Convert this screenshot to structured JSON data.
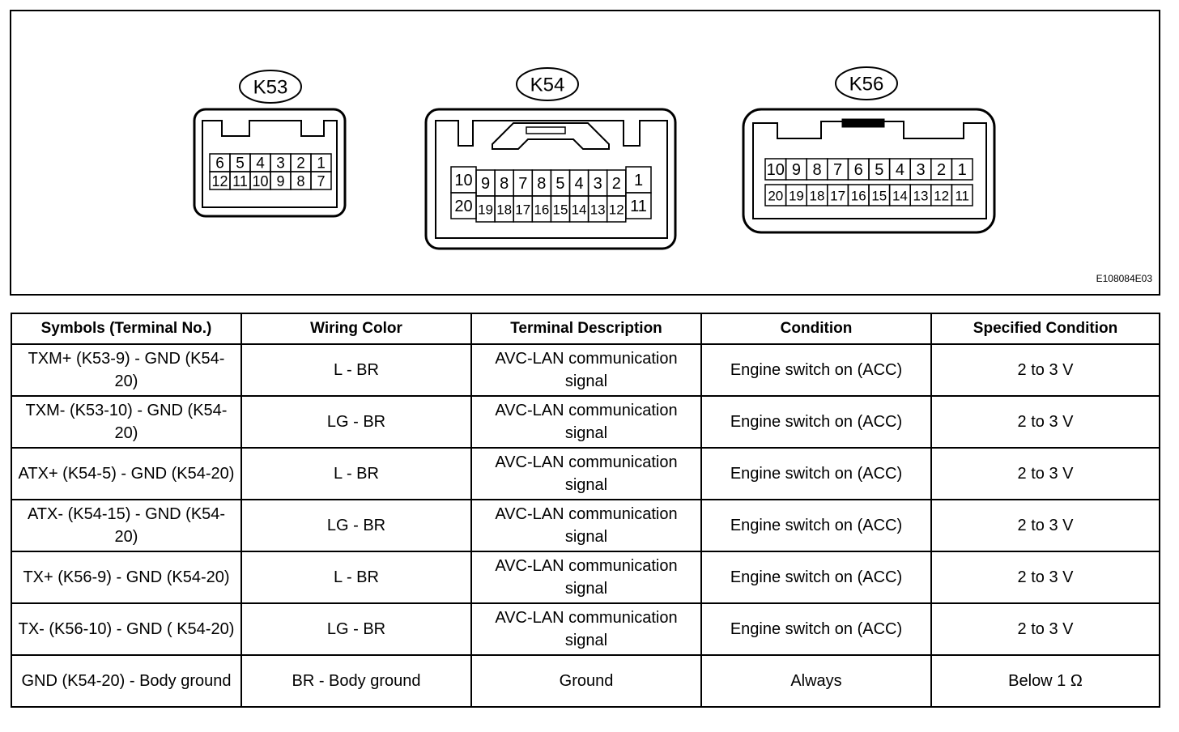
{
  "diagram": {
    "connectors": [
      {
        "id": "k53",
        "label": "K53",
        "rows": [
          [
            "6",
            "5",
            "4",
            "3",
            "2",
            "1"
          ],
          [
            "12",
            "11",
            "10",
            "9",
            "8",
            "7"
          ]
        ]
      },
      {
        "id": "k54",
        "label": "K54",
        "left": [
          "10",
          "20"
        ],
        "rows": [
          [
            "9",
            "8",
            "7",
            "8",
            "5",
            "4",
            "3",
            "2"
          ],
          [
            "19",
            "18",
            "17",
            "16",
            "15",
            "14",
            "13",
            "12"
          ]
        ],
        "right": [
          "1",
          "11"
        ]
      },
      {
        "id": "k56",
        "label": "K56",
        "rows": [
          [
            "10",
            "9",
            "8",
            "7",
            "6",
            "5",
            "4",
            "3",
            "2",
            "1"
          ],
          [
            "20",
            "19",
            "18",
            "17",
            "16",
            "15",
            "14",
            "13",
            "12",
            "11"
          ]
        ]
      }
    ],
    "code": "E108084E03"
  },
  "table": {
    "headers": [
      "Symbols (Terminal No.)",
      "Wiring Color",
      "Terminal Description",
      "Condition",
      "Specified Condition"
    ],
    "rows": [
      [
        "TXM+ (K53-9) - GND (K54-20)",
        "L - BR",
        "AVC-LAN communication signal",
        "Engine switch on (ACC)",
        "2 to 3 V"
      ],
      [
        "TXM- (K53-10) - GND (K54-20)",
        "LG - BR",
        "AVC-LAN communication signal",
        "Engine switch on (ACC)",
        "2 to 3 V"
      ],
      [
        "ATX+ (K54-5) - GND (K54-20)",
        "L - BR",
        "AVC-LAN communication signal",
        "Engine switch on (ACC)",
        "2 to 3 V"
      ],
      [
        "ATX- (K54-15) - GND (K54-20)",
        "LG - BR",
        "AVC-LAN communication signal",
        "Engine switch on (ACC)",
        "2 to 3 V"
      ],
      [
        "TX+ (K56-9) - GND (K54-20)",
        "L - BR",
        "AVC-LAN communication signal",
        "Engine switch on (ACC)",
        "2 to 3 V"
      ],
      [
        "TX- (K56-10) - GND ( K54-20)",
        "LG - BR",
        "AVC-LAN communication signal",
        "Engine switch on (ACC)",
        "2 to 3 V"
      ],
      [
        "GND (K54-20) - Body ground",
        "BR - Body ground",
        "Ground",
        "Always",
        "Below 1 Ω"
      ]
    ]
  }
}
